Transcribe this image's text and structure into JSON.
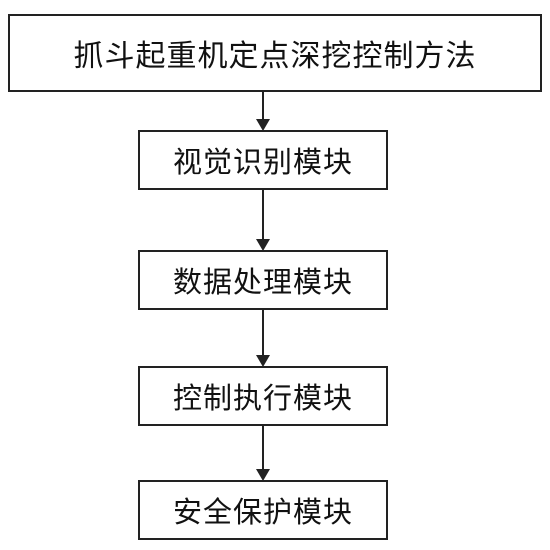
{
  "diagram": {
    "title": "抓斗起重机定点深挖控制方法",
    "modules": [
      {
        "label": "视觉识别模块"
      },
      {
        "label": "数据处理模块"
      },
      {
        "label": "控制执行模块"
      },
      {
        "label": "安全保护模块"
      }
    ],
    "colors": {
      "stroke": "#222222",
      "text": "#111111",
      "background": "#ffffff"
    }
  }
}
